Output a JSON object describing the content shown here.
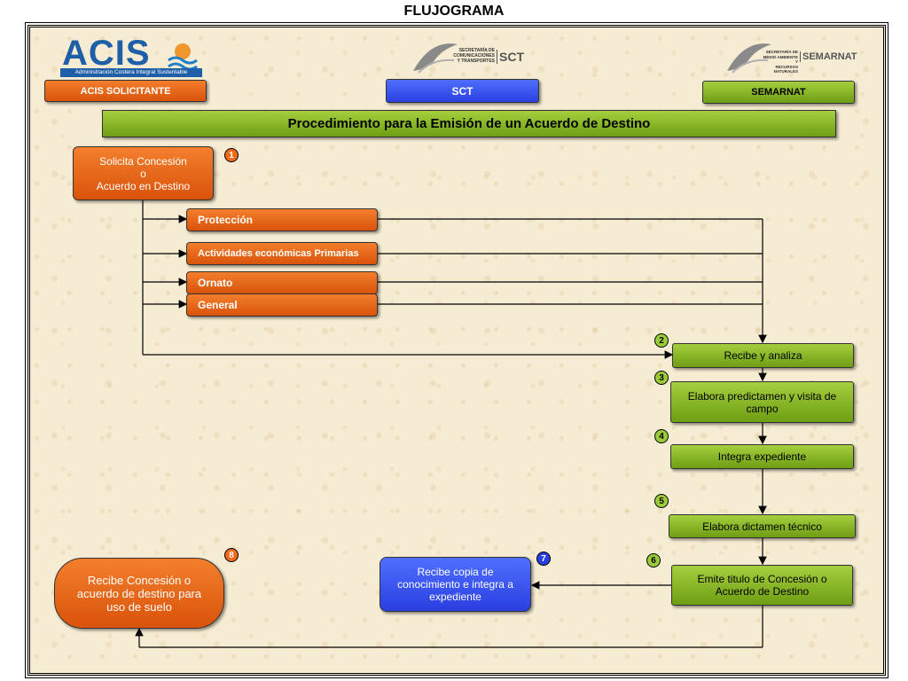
{
  "title": "FLUJOGRAMA",
  "logos": {
    "acis_word": "ACIS",
    "acis_sub": "Administración Costera Integral Sustentable",
    "sct_lines": [
      "SECRETARÍA DE",
      "COMUNICACIONES",
      "Y TRANSPORTES"
    ],
    "sct_mark": "SCT",
    "semarnat_lines": [
      "SECRETARÍA DE",
      "MEDIO AMBIENTE Y",
      "RECURSOS NATURALES"
    ],
    "semarnat_mark": "SEMARNAT"
  },
  "headers": {
    "acis": "ACIS SOLICITANTE",
    "sct": "SCT",
    "semarnat": "SEMARNAT"
  },
  "banner": "Procedimiento para la Emisión de un Acuerdo de Destino",
  "nodes": {
    "solicita": [
      "Solicita Concesión",
      "o",
      "Acuerdo en Destino"
    ],
    "proteccion": "Protección",
    "actividades": "Actividades económicas Primarias",
    "ornato": "Ornato",
    "general": "General",
    "recibe_analiza": "Recibe y analiza",
    "predictamen": "Elabora predictamen y visita de campo",
    "integra": "Integra expediente",
    "dictamen": "Elabora dictamen técnico",
    "emite": "Emite titulo de Concesión o Acuerdo de Destino",
    "copia": "Recibe copia de conocimiento e integra a expediente",
    "recibe_concesion": "Recibe Concesión o acuerdo de destino para uso de suelo"
  },
  "steps": [
    "1",
    "2",
    "3",
    "4",
    "5",
    "6",
    "7",
    "8"
  ],
  "colors": {
    "orange": "#e8641a",
    "green": "#8fbf2a",
    "blue": "#2a3fe0"
  }
}
